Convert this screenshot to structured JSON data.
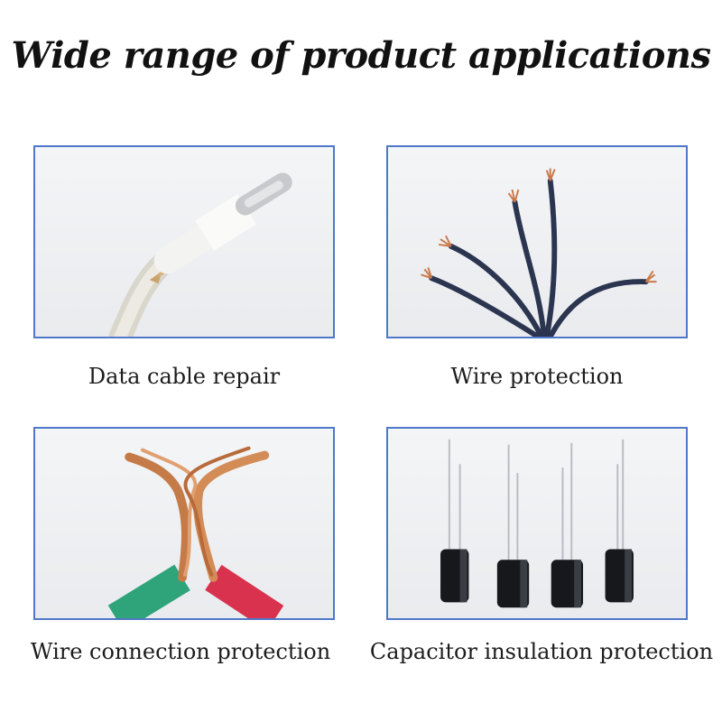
{
  "title": "Wide range of product applications",
  "accent_color": "#4f78c8",
  "panels": [
    {
      "caption": "Data cable repair",
      "image": "lightning-cable-with-heat-shrink"
    },
    {
      "caption": "Wire protection",
      "image": "stripped-wires"
    },
    {
      "caption": "Wire connection protection",
      "image": "twisted-copper-wires"
    },
    {
      "caption": "Capacitor insulation protection",
      "image": "electrolytic-capacitors"
    }
  ]
}
